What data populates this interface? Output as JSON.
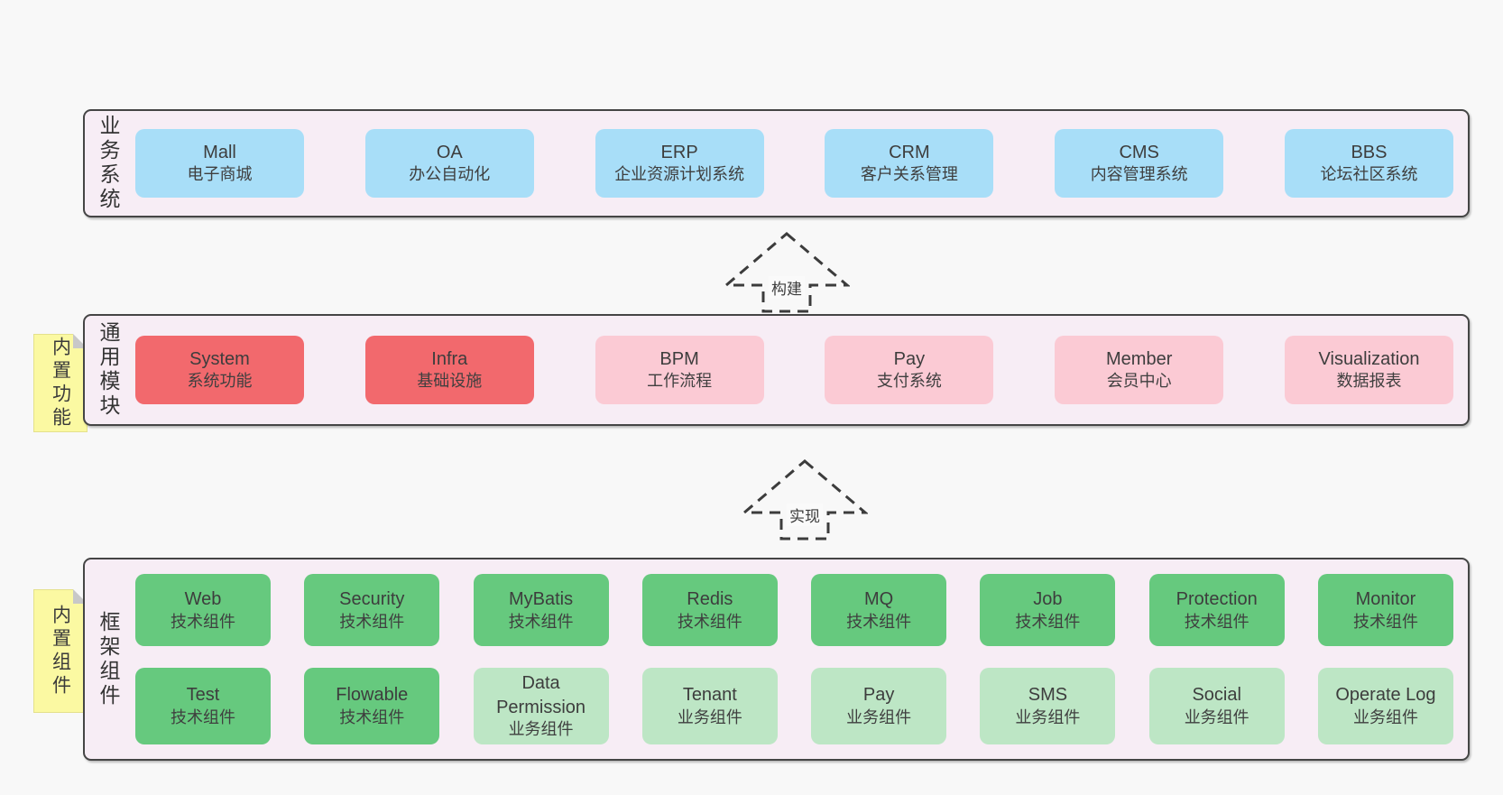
{
  "palette": {
    "page_bg": "#f8f8f8",
    "container_bg": "#f7edf5",
    "container_border": "#454545",
    "business_box": "#a8def8",
    "core_module_box": "#f2696d",
    "optional_module_box": "#fbcad4",
    "tech_component_box": "#66c97e",
    "biz_component_box": "#bde6c5",
    "note_bg": "#fbf9a2",
    "text": "#3d3d3d"
  },
  "arrows": [
    {
      "id": "build",
      "label": "构建"
    },
    {
      "id": "implement",
      "label": "实现"
    }
  ],
  "sections": [
    {
      "id": "business",
      "label": "业务系统",
      "note": null,
      "rows": [
        [
          {
            "title": "Mall",
            "subtitle": "电子商城",
            "variant": "blue"
          },
          {
            "title": "OA",
            "subtitle": "办公自动化",
            "variant": "blue"
          },
          {
            "title": "ERP",
            "subtitle": "企业资源计划系统",
            "variant": "blue"
          },
          {
            "title": "CRM",
            "subtitle": "客户关系管理",
            "variant": "blue"
          },
          {
            "title": "CMS",
            "subtitle": "内容管理系统",
            "variant": "blue"
          },
          {
            "title": "BBS",
            "subtitle": "论坛社区系统",
            "variant": "blue"
          }
        ]
      ]
    },
    {
      "id": "modules",
      "label": "通用模块",
      "note": "内置功能",
      "rows": [
        [
          {
            "title": "System",
            "subtitle": "系统功能",
            "variant": "red"
          },
          {
            "title": "Infra",
            "subtitle": "基础设施",
            "variant": "red"
          },
          {
            "title": "BPM",
            "subtitle": "工作流程",
            "variant": "pink"
          },
          {
            "title": "Pay",
            "subtitle": "支付系统",
            "variant": "pink"
          },
          {
            "title": "Member",
            "subtitle": "会员中心",
            "variant": "pink"
          },
          {
            "title": "Visualization",
            "subtitle": "数据报表",
            "variant": "pink"
          }
        ]
      ]
    },
    {
      "id": "components",
      "label": "框架组件",
      "note": "内置组件",
      "rows": [
        [
          {
            "title": "Web",
            "subtitle": "技术组件",
            "variant": "green"
          },
          {
            "title": "Security",
            "subtitle": "技术组件",
            "variant": "green"
          },
          {
            "title": "MyBatis",
            "subtitle": "技术组件",
            "variant": "green"
          },
          {
            "title": "Redis",
            "subtitle": "技术组件",
            "variant": "green"
          },
          {
            "title": "MQ",
            "subtitle": "技术组件",
            "variant": "green"
          },
          {
            "title": "Job",
            "subtitle": "技术组件",
            "variant": "green"
          },
          {
            "title": "Protection",
            "subtitle": "技术组件",
            "variant": "green"
          },
          {
            "title": "Monitor",
            "subtitle": "技术组件",
            "variant": "green"
          }
        ],
        [
          {
            "title": "Test",
            "subtitle": "技术组件",
            "variant": "green"
          },
          {
            "title": "Flowable",
            "subtitle": "技术组件",
            "variant": "green"
          },
          {
            "title": "Data Permission",
            "subtitle": "业务组件",
            "variant": "lightgreen"
          },
          {
            "title": "Tenant",
            "subtitle": "业务组件",
            "variant": "lightgreen"
          },
          {
            "title": "Pay",
            "subtitle": "业务组件",
            "variant": "lightgreen"
          },
          {
            "title": "SMS",
            "subtitle": "业务组件",
            "variant": "lightgreen"
          },
          {
            "title": "Social",
            "subtitle": "业务组件",
            "variant": "lightgreen"
          },
          {
            "title": "Operate Log",
            "subtitle": "业务组件",
            "variant": "lightgreen"
          }
        ]
      ]
    }
  ]
}
